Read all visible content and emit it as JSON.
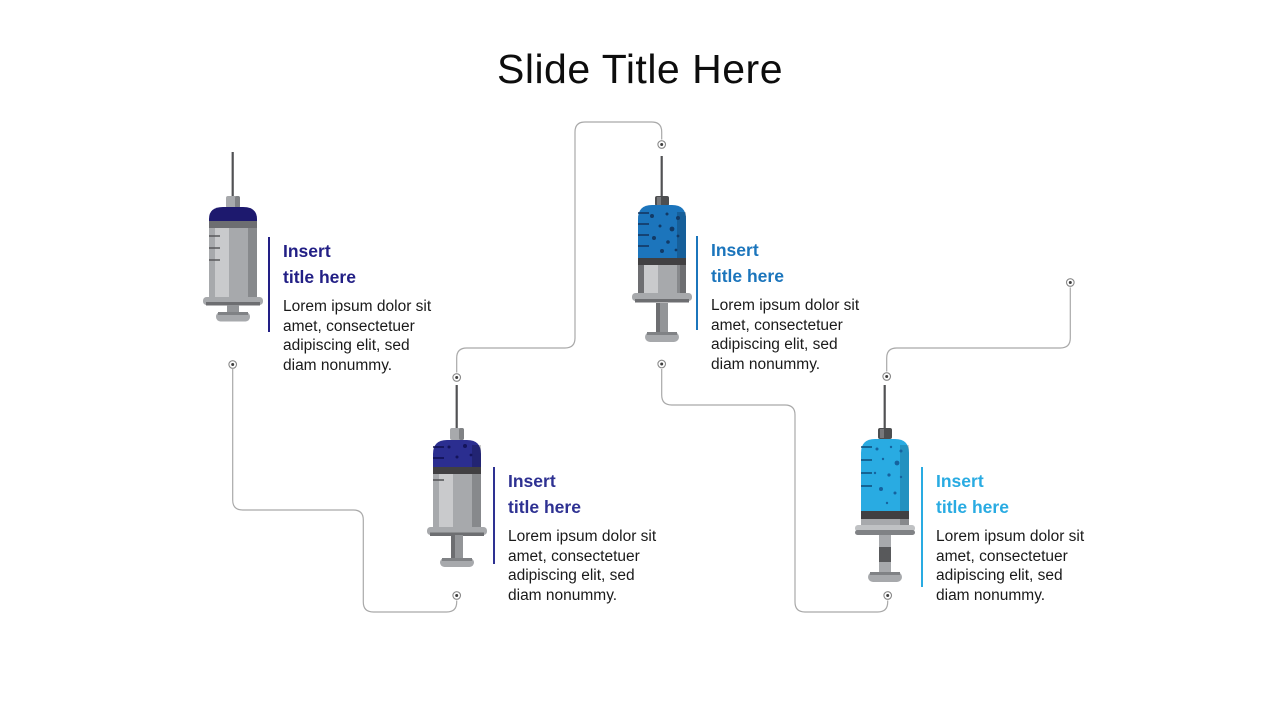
{
  "slide": {
    "title": "Slide Title Here",
    "background_color": "#FFFFFF"
  },
  "items": [
    {
      "position": "top-left",
      "title_line1": "Insert",
      "title_line2": "title here",
      "body": "Lorem ipsum dolor sit\namet, consectetuer\nadipiscing elit, sed\ndiam nonummy.",
      "accent_color": "#221F85",
      "syringe_color": "#1D196E",
      "syringe_fill_percent": 15
    },
    {
      "position": "top-middle",
      "title_line1": "Insert",
      "title_line2": "title here",
      "body": "Lorem ipsum dolor sit\namet, consectetuer\nadipiscing elit, sed\ndiam nonummy.",
      "accent_color": "#1B75BC",
      "syringe_color": "#1C75BC",
      "syringe_fill_percent": 60
    },
    {
      "position": "bottom-middle",
      "title_line1": "Insert",
      "title_line2": "title here",
      "body": "Lorem ipsum dolor sit\namet, consectetuer\nadipiscing elit, sed\ndiam nonummy.",
      "accent_color": "#2E3192",
      "syringe_color": "#2B2E90",
      "syringe_fill_percent": 30
    },
    {
      "position": "bottom-right",
      "title_line1": "Insert",
      "title_line2": "title here",
      "body": "Lorem ipsum dolor sit\namet, consectetuer\nadipiscing elit, sed\ndiam nonummy.",
      "accent_color": "#29ABE2",
      "syringe_color": "#29ABE2",
      "syringe_fill_percent": 90
    }
  ],
  "connectors": {
    "line_color": "#A9A9A9",
    "node_ring_color": "#8A8A8A",
    "node_center_color": "#3F3F3F",
    "node_count": 8
  }
}
